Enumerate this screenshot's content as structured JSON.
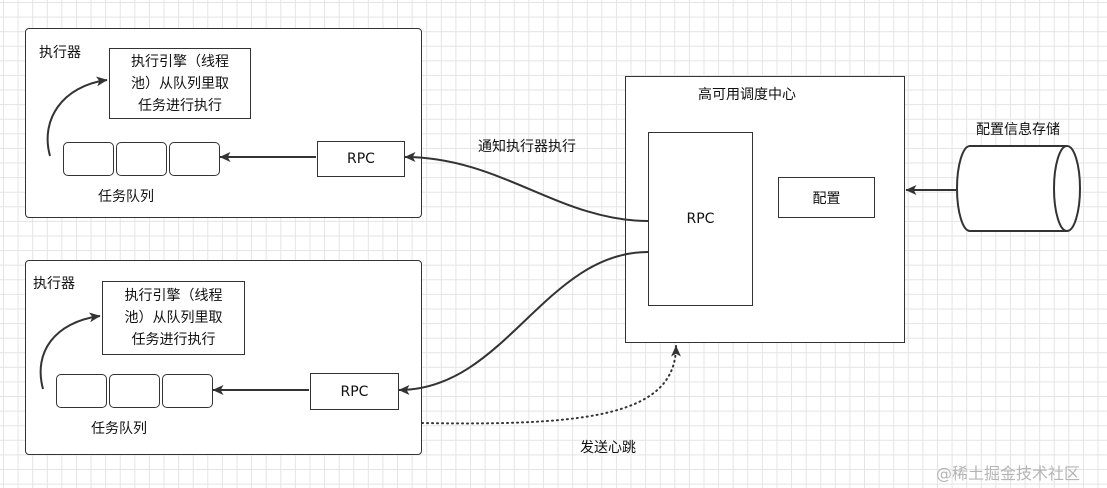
{
  "executors": [
    {
      "label": "执行器",
      "engine": [
        "执行引擎（线程",
        "池）从队列里取",
        "任务进行执行"
      ],
      "queue_label": "任务队列",
      "rpc": "RPC"
    },
    {
      "label": "执行器",
      "engine": [
        "执行引擎（线程",
        "池）从队列里取",
        "任务进行执行"
      ],
      "queue_label": "任务队列",
      "rpc": "RPC"
    }
  ],
  "scheduler": {
    "title": "高可用调度中心",
    "rpc": "RPC",
    "config": "配置"
  },
  "storage": {
    "label": "配置信息存储"
  },
  "edges": {
    "notify": "通知执行器执行",
    "heartbeat": "发送心跳"
  },
  "watermark": "@稀土掘金技术社区",
  "colors": {
    "stroke": "#333333",
    "grid": "#e4e4e4",
    "watermark": "#b5b5b5"
  }
}
